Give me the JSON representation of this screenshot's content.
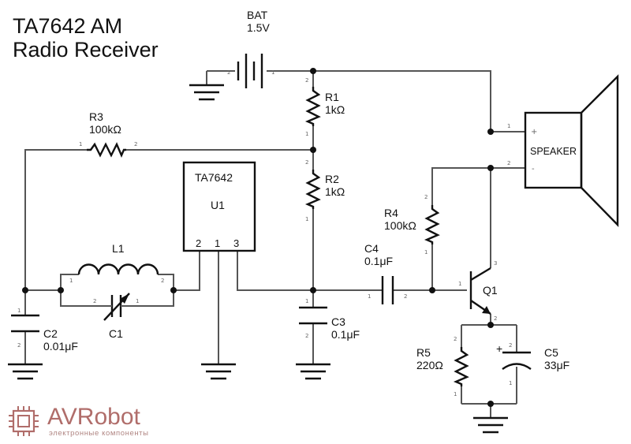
{
  "title": {
    "line1": "TA7642 AM",
    "line2": "Radio Receiver"
  },
  "components": {
    "bat": {
      "ref": "BAT",
      "value": "1.5V"
    },
    "r1": {
      "ref": "R1",
      "value": "1kΩ"
    },
    "r2": {
      "ref": "R2",
      "value": "1kΩ"
    },
    "r3": {
      "ref": "R3",
      "value": "100kΩ"
    },
    "r4": {
      "ref": "R4",
      "value": "100kΩ"
    },
    "r5": {
      "ref": "R5",
      "value": "220Ω"
    },
    "l1": {
      "ref": "L1"
    },
    "c1": {
      "ref": "C1"
    },
    "c2": {
      "ref": "C2",
      "value": "0.01μF"
    },
    "c3": {
      "ref": "C3",
      "value": "0.1μF"
    },
    "c4": {
      "ref": "C4",
      "value": "0.1μF"
    },
    "c5": {
      "ref": "C5",
      "value": "33μF",
      "polarity": "+"
    },
    "u1": {
      "part": "TA7642",
      "ref": "U1",
      "pins": [
        "2",
        "1",
        "3"
      ]
    },
    "q1": {
      "ref": "Q1"
    },
    "speaker": {
      "label": "SPEAKER",
      "plus": "+",
      "minus": "-"
    }
  },
  "pin_numbers": {
    "one": "1",
    "two": "2",
    "three": "3"
  },
  "brand": {
    "name": "AVRobot",
    "tagline": "электронные компоненты"
  },
  "colors": {
    "wire": "#555555",
    "part": "#111111",
    "brand": "#b06d6a"
  }
}
